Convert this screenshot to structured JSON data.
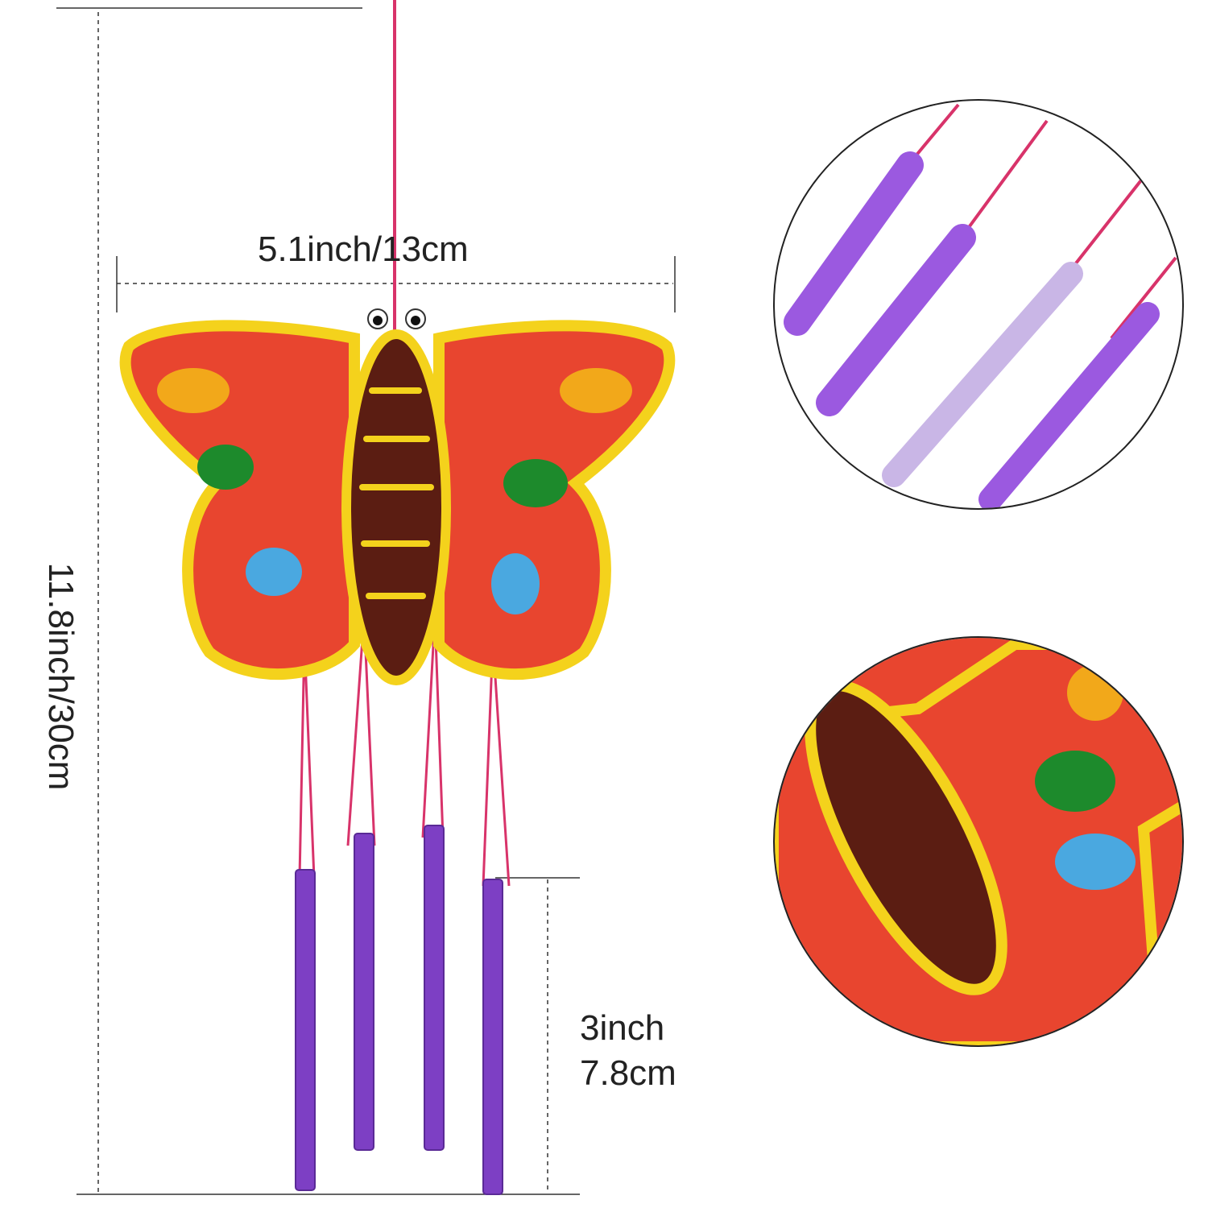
{
  "dimensions": {
    "width_label": "5.1inch/13cm",
    "height_label": "11.8inch/30cm",
    "tube_length_inch": "3inch",
    "tube_length_cm": "7.8cm"
  },
  "colors": {
    "wing_red": "#e8452f",
    "wing_border": "#f4d21c",
    "body_brown": "#5b1d12",
    "tube_purple": "#7d3fc4",
    "string_pink": "#d8336a"
  }
}
